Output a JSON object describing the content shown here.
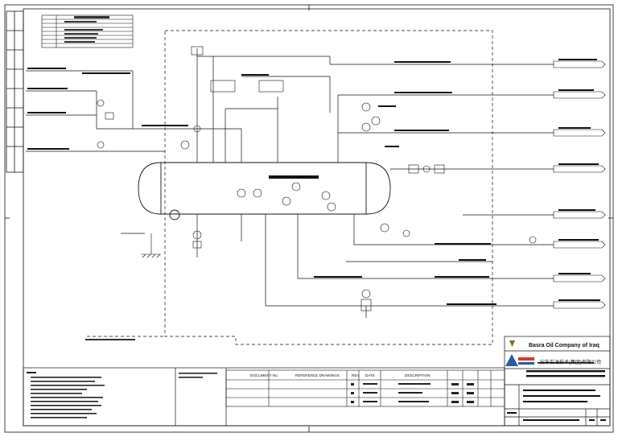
{
  "title_block": {
    "client": "Basra Oil Company of Iraq",
    "contractor": "安东石油技术(集团)有限公司",
    "table_headers": {
      "document_no": "DOCUMENT No.",
      "reference_drawings": "REFERENCE DRAWINGS",
      "rev": "REV",
      "date": "DATE",
      "description": "DESCRIPTION"
    }
  },
  "colors": {
    "line": "#111111",
    "paper": "#ffffff",
    "accent_logo": "#d53a2c"
  },
  "icons": [
    "company-logo-icon",
    "revision-triangle-icon"
  ]
}
